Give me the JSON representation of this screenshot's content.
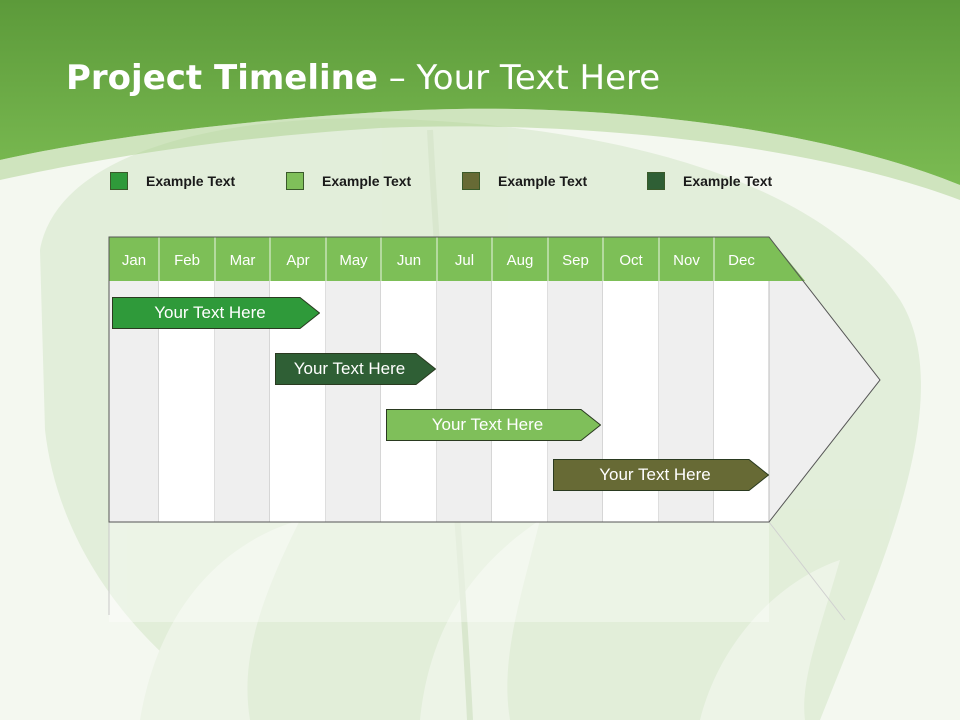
{
  "title": {
    "bold": "Project Timeline",
    "rest": " – Your Text Here"
  },
  "legend": [
    {
      "label": "Example Text",
      "color": "#2f9a3a"
    },
    {
      "label": "Example Text",
      "color": "#7fbf5a"
    },
    {
      "label": "Example Text",
      "color": "#676a35"
    },
    {
      "label": "Example Text",
      "color": "#2f5f35"
    }
  ],
  "months": [
    "Jan",
    "Feb",
    "Mar",
    "Apr",
    "May",
    "Jun",
    "Jul",
    "Aug",
    "Sep",
    "Oct",
    "Nov",
    "Dec"
  ],
  "bars": [
    {
      "label": "Your  Text Here",
      "start": "Jan",
      "end": "Apr",
      "color": "#2f9a3a"
    },
    {
      "label": "Your  Text Here",
      "start": "Apr",
      "end": "Jun",
      "color": "#2f5f35"
    },
    {
      "label": "Your  Text Here",
      "start": "Jun",
      "end": "Sep",
      "color": "#7fbf5a"
    },
    {
      "label": "Your  Text Here",
      "start": "Sep",
      "end": "Dec",
      "color": "#676a35"
    }
  ],
  "colors": {
    "header_green": "#7dbf57",
    "banner_green": "#6aab45"
  }
}
